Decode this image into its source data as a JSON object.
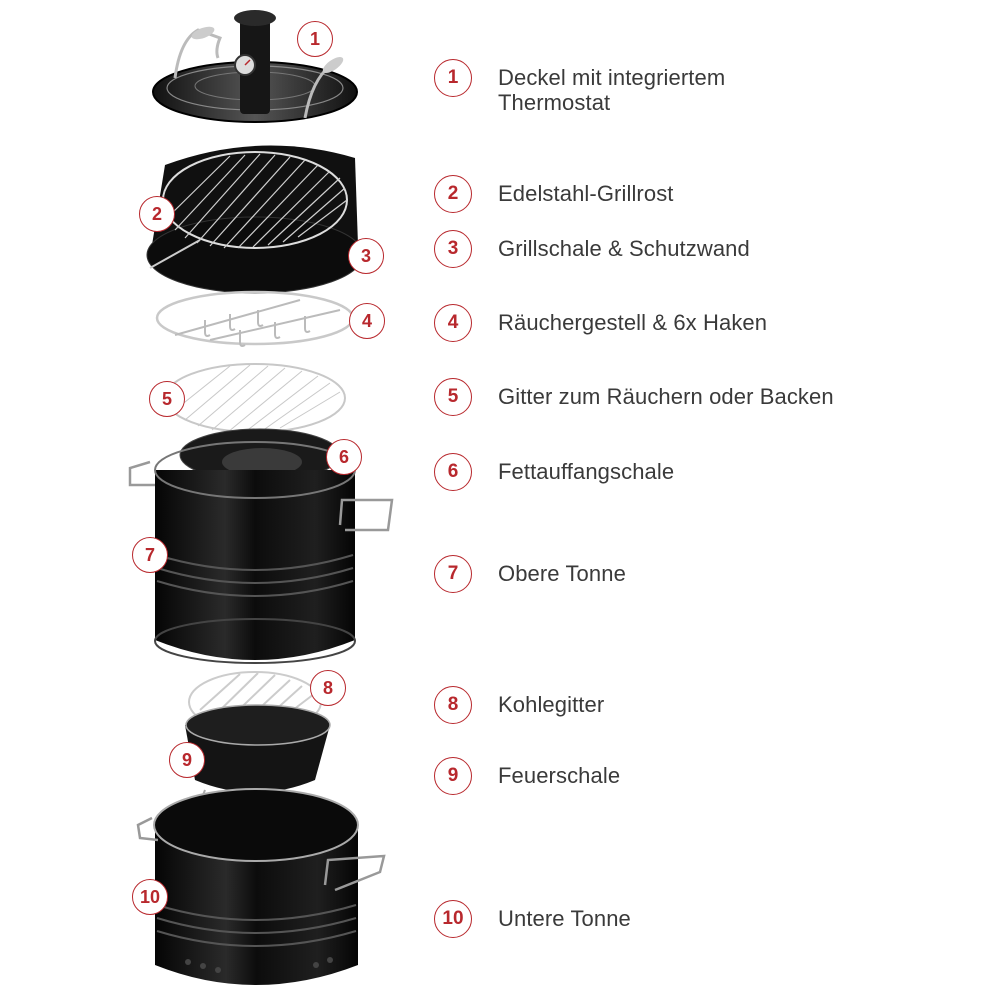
{
  "colors": {
    "accent": "#b8282d",
    "text": "#3a3a3a",
    "metal_dark": "#111111",
    "steel": "#c9c9c9",
    "background": "#ffffff"
  },
  "legend": [
    {
      "number": "1",
      "label": "Deckel mit integriertem\nThermostat"
    },
    {
      "number": "2",
      "label": "Edelstahl-Grillrost"
    },
    {
      "number": "3",
      "label": "Grillschale & Schutzwand"
    },
    {
      "number": "4",
      "label": "Räuchergestell & 6x Haken"
    },
    {
      "number": "5",
      "label": "Gitter zum Räuchern oder Backen"
    },
    {
      "number": "6",
      "label": "Fettauffangschale"
    },
    {
      "number": "7",
      "label": "Obere Tonne"
    },
    {
      "number": "8",
      "label": "Kohlegitter"
    },
    {
      "number": "9",
      "label": "Feuerschale"
    },
    {
      "number": "10",
      "label": "Untere Tonne"
    }
  ],
  "callouts": [
    {
      "number": "1",
      "part": "lid"
    },
    {
      "number": "2",
      "part": "grill-grate"
    },
    {
      "number": "3",
      "part": "grill-bowl"
    },
    {
      "number": "4",
      "part": "smoking-rack"
    },
    {
      "number": "5",
      "part": "smoking-grid"
    },
    {
      "number": "6",
      "part": "drip-pan"
    },
    {
      "number": "7",
      "part": "upper-barrel"
    },
    {
      "number": "8",
      "part": "charcoal-grid"
    },
    {
      "number": "9",
      "part": "fire-bowl"
    },
    {
      "number": "10",
      "part": "lower-barrel"
    }
  ]
}
